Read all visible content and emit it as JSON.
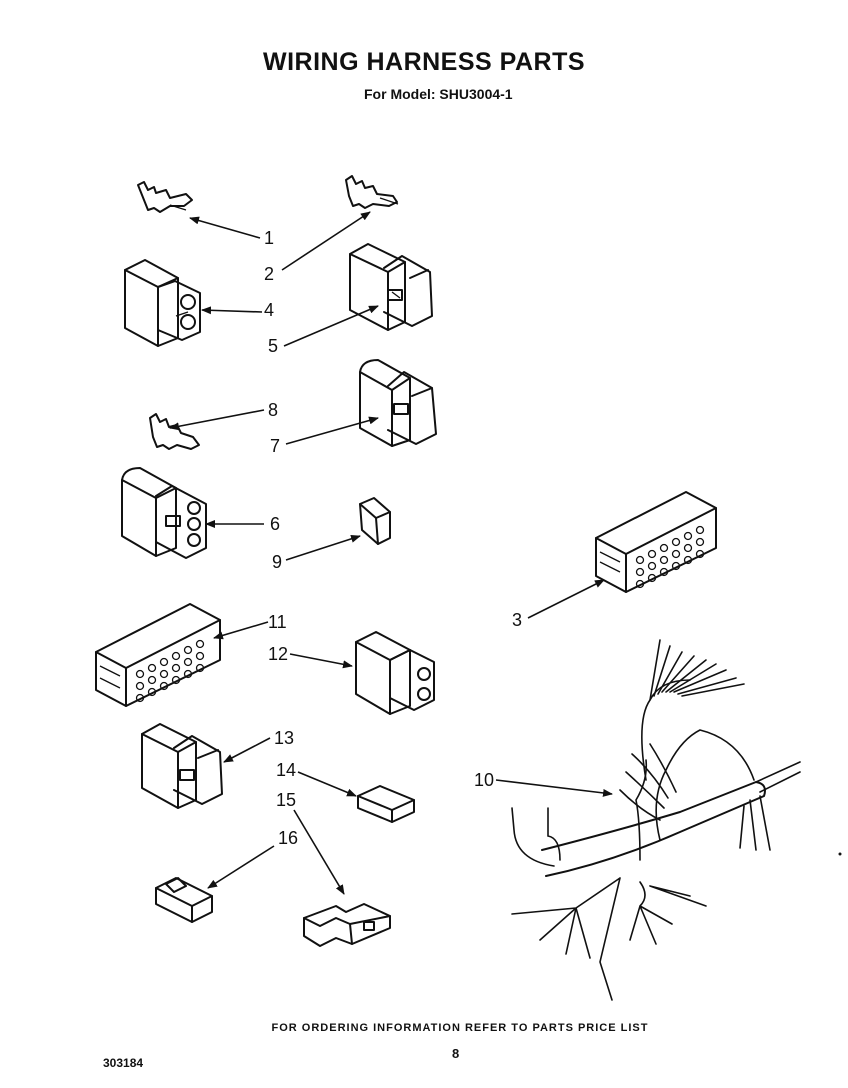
{
  "header": {
    "title": "WIRING HARNESS PARTS",
    "model_line": "For Model: SHU3004-1"
  },
  "callouts": [
    "1",
    "2",
    "3",
    "4",
    "5",
    "6",
    "7",
    "8",
    "9",
    "10",
    "11",
    "12",
    "13",
    "14",
    "15",
    "16"
  ],
  "footer": {
    "note": "FOR ORDERING INFORMATION REFER TO PARTS PRICE LIST",
    "page_number": "8",
    "document_number": "303184"
  }
}
